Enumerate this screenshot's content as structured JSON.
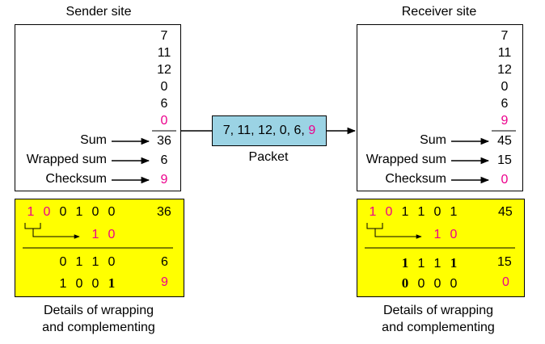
{
  "sender": {
    "title": "Sender site",
    "numbers": [
      "7",
      "11",
      "12",
      "0",
      "6",
      "0"
    ],
    "sum": "36",
    "wrapped_sum": "6",
    "checksum": "9",
    "labels": {
      "sum": "Sum",
      "wrapped": "Wrapped sum",
      "checksum": "Checksum"
    },
    "details": {
      "top_bits": [
        "1",
        "0",
        "0",
        "1",
        "0",
        "0"
      ],
      "top_value": "36",
      "carry_bits": [
        "1",
        "0"
      ],
      "wrapped_bits": [
        "0",
        "1",
        "1",
        "0"
      ],
      "wrapped_value": "6",
      "comp_bits": [
        "1",
        "0",
        "0",
        "1"
      ],
      "comp_value": "9"
    },
    "caption_line1": "Details of wrapping",
    "caption_line2": "and complementing"
  },
  "receiver": {
    "title": "Receiver site",
    "numbers": [
      "7",
      "11",
      "12",
      "0",
      "6",
      "9"
    ],
    "sum": "45",
    "wrapped_sum": "15",
    "checksum": "0",
    "labels": {
      "sum": "Sum",
      "wrapped": "Wrapped sum",
      "checksum": "Checksum"
    },
    "details": {
      "top_bits": [
        "1",
        "0",
        "1",
        "1",
        "0",
        "1"
      ],
      "top_value": "45",
      "carry_bits": [
        "1",
        "0"
      ],
      "wrapped_bits": [
        "1",
        "1",
        "1",
        "1"
      ],
      "wrapped_value": "15",
      "comp_bits": [
        "0",
        "0",
        "0",
        "0"
      ],
      "comp_value": "0"
    },
    "caption_line1": "Details of wrapping",
    "caption_line2": "and complementing"
  },
  "packet": {
    "contents_prefix": "7, 11, 12, 0, 6, ",
    "contents_checksum": "9",
    "label": "Packet"
  },
  "colors": {
    "highlight": "#ec008c",
    "packet_fill": "#9bd3e4",
    "details_fill": "#ffff00"
  }
}
